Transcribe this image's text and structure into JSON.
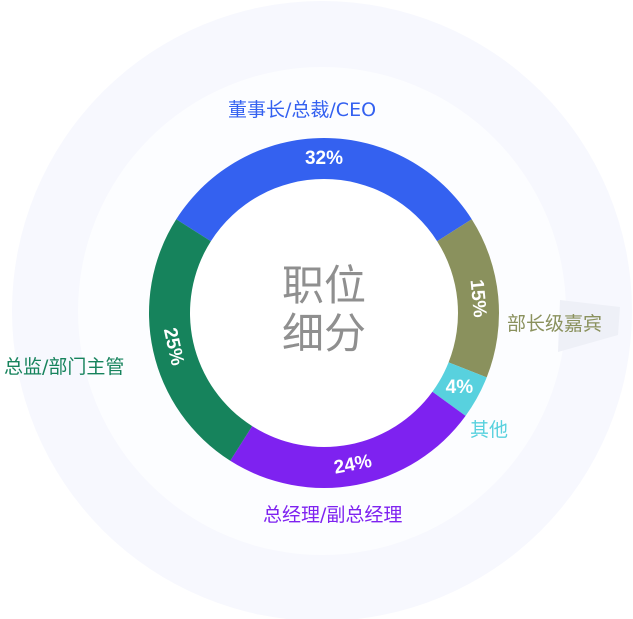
{
  "chart_data": {
    "type": "pie",
    "subtype": "donut",
    "title": "职位细分",
    "title_lines": [
      "职位",
      "细分"
    ],
    "categories": [
      "董事长/总裁/CEO",
      "部长级嘉宾",
      "其他",
      "总经理/副总经理",
      "总监/部门主管"
    ],
    "values": [
      32,
      15,
      4,
      24,
      25
    ],
    "value_labels": [
      "32%",
      "15%",
      "4%",
      "24%",
      "25%"
    ],
    "colors": [
      "#3461f0",
      "#8a915d",
      "#58d1de",
      "#7e22f0",
      "#16835c"
    ],
    "unit": "%"
  }
}
